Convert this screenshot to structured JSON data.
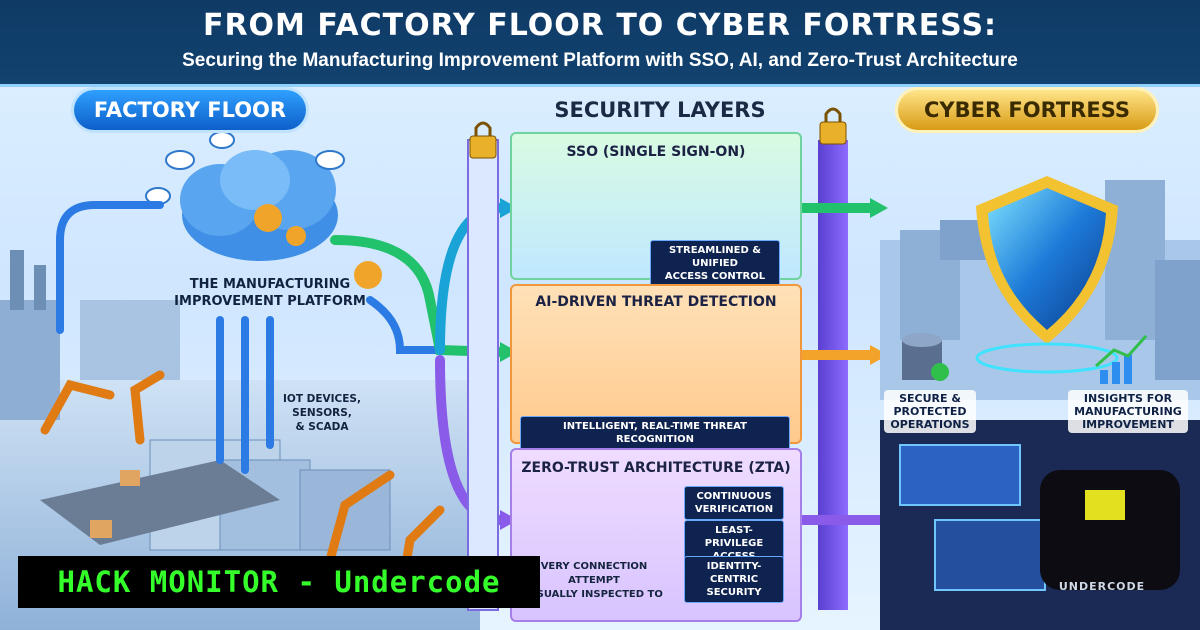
{
  "header": {
    "title": "FROM FACTORY FLOOR TO CYBER FORTRESS:",
    "subtitle": "Securing the Manufacturing Improvement Platform with SSO, AI, and Zero-Trust Architecture"
  },
  "sections": {
    "factory_label": "FACTORY FLOOR",
    "layers_label": "SECURITY LAYERS",
    "fortress_label": "CYBER FORTRESS"
  },
  "factory": {
    "platform_line1": "THE MANUFACTURING",
    "platform_line2": "IMPROVEMENT PLATFORM",
    "iot_line1": "IOT DEVICES, SENSORS,",
    "iot_line2": "& SCADA"
  },
  "layers": {
    "sso": {
      "heading": "SSO (SINGLE SIGN-ON)",
      "tag_line1": "STREAMLINED & UNIFIED",
      "tag_line2": "ACCESS CONTROL"
    },
    "ai": {
      "heading": "AI-DRIVEN THREAT DETECTION",
      "tag": "INTELLIGENT, REAL-TIME THREAT RECOGNITION"
    },
    "zta": {
      "heading": "ZERO-TRUST ARCHITECTURE (ZTA)",
      "items": [
        {
          "line1": "CONTINUOUS",
          "line2": "VERIFICATION"
        },
        {
          "line1": "LEAST-PRIVILEGE",
          "line2": "ACCESS"
        },
        {
          "line1": "IDENTITY-CENTRIC",
          "line2": "SECURITY"
        }
      ],
      "note_line1": "VERY CONNECTION ATTEMPT",
      "note_line2": "VISUALLY INSPECTED TO"
    }
  },
  "fortress": {
    "ops_line1": "SECURE &",
    "ops_line2": "PROTECTED",
    "ops_line3": "OPERATIONS",
    "insights_line1": "INSIGHTS FOR",
    "insights_line2": "MANUFACTURING",
    "insights_line3": "IMPROVEMENT"
  },
  "branding": {
    "watermark": "HACK MONITOR - Undercode",
    "logo_text": "UNDERCODE"
  },
  "colors": {
    "header_bg": "#0f3a66",
    "factory_pill": "#1a7be0",
    "fortress_pill": "#e8b530",
    "sso_panel": "#c8f2dc",
    "ai_panel": "#ffd3a0",
    "zta_panel": "#e2d0ff",
    "watermark_green": "#35ff2a"
  },
  "icons": [
    "cloud-icon",
    "gear-icon",
    "lock-icon",
    "shield-icon",
    "brain-icon",
    "user-icon",
    "laptop-icon",
    "database-icon",
    "chart-icon",
    "robot-arm-icon",
    "castle-icon"
  ]
}
